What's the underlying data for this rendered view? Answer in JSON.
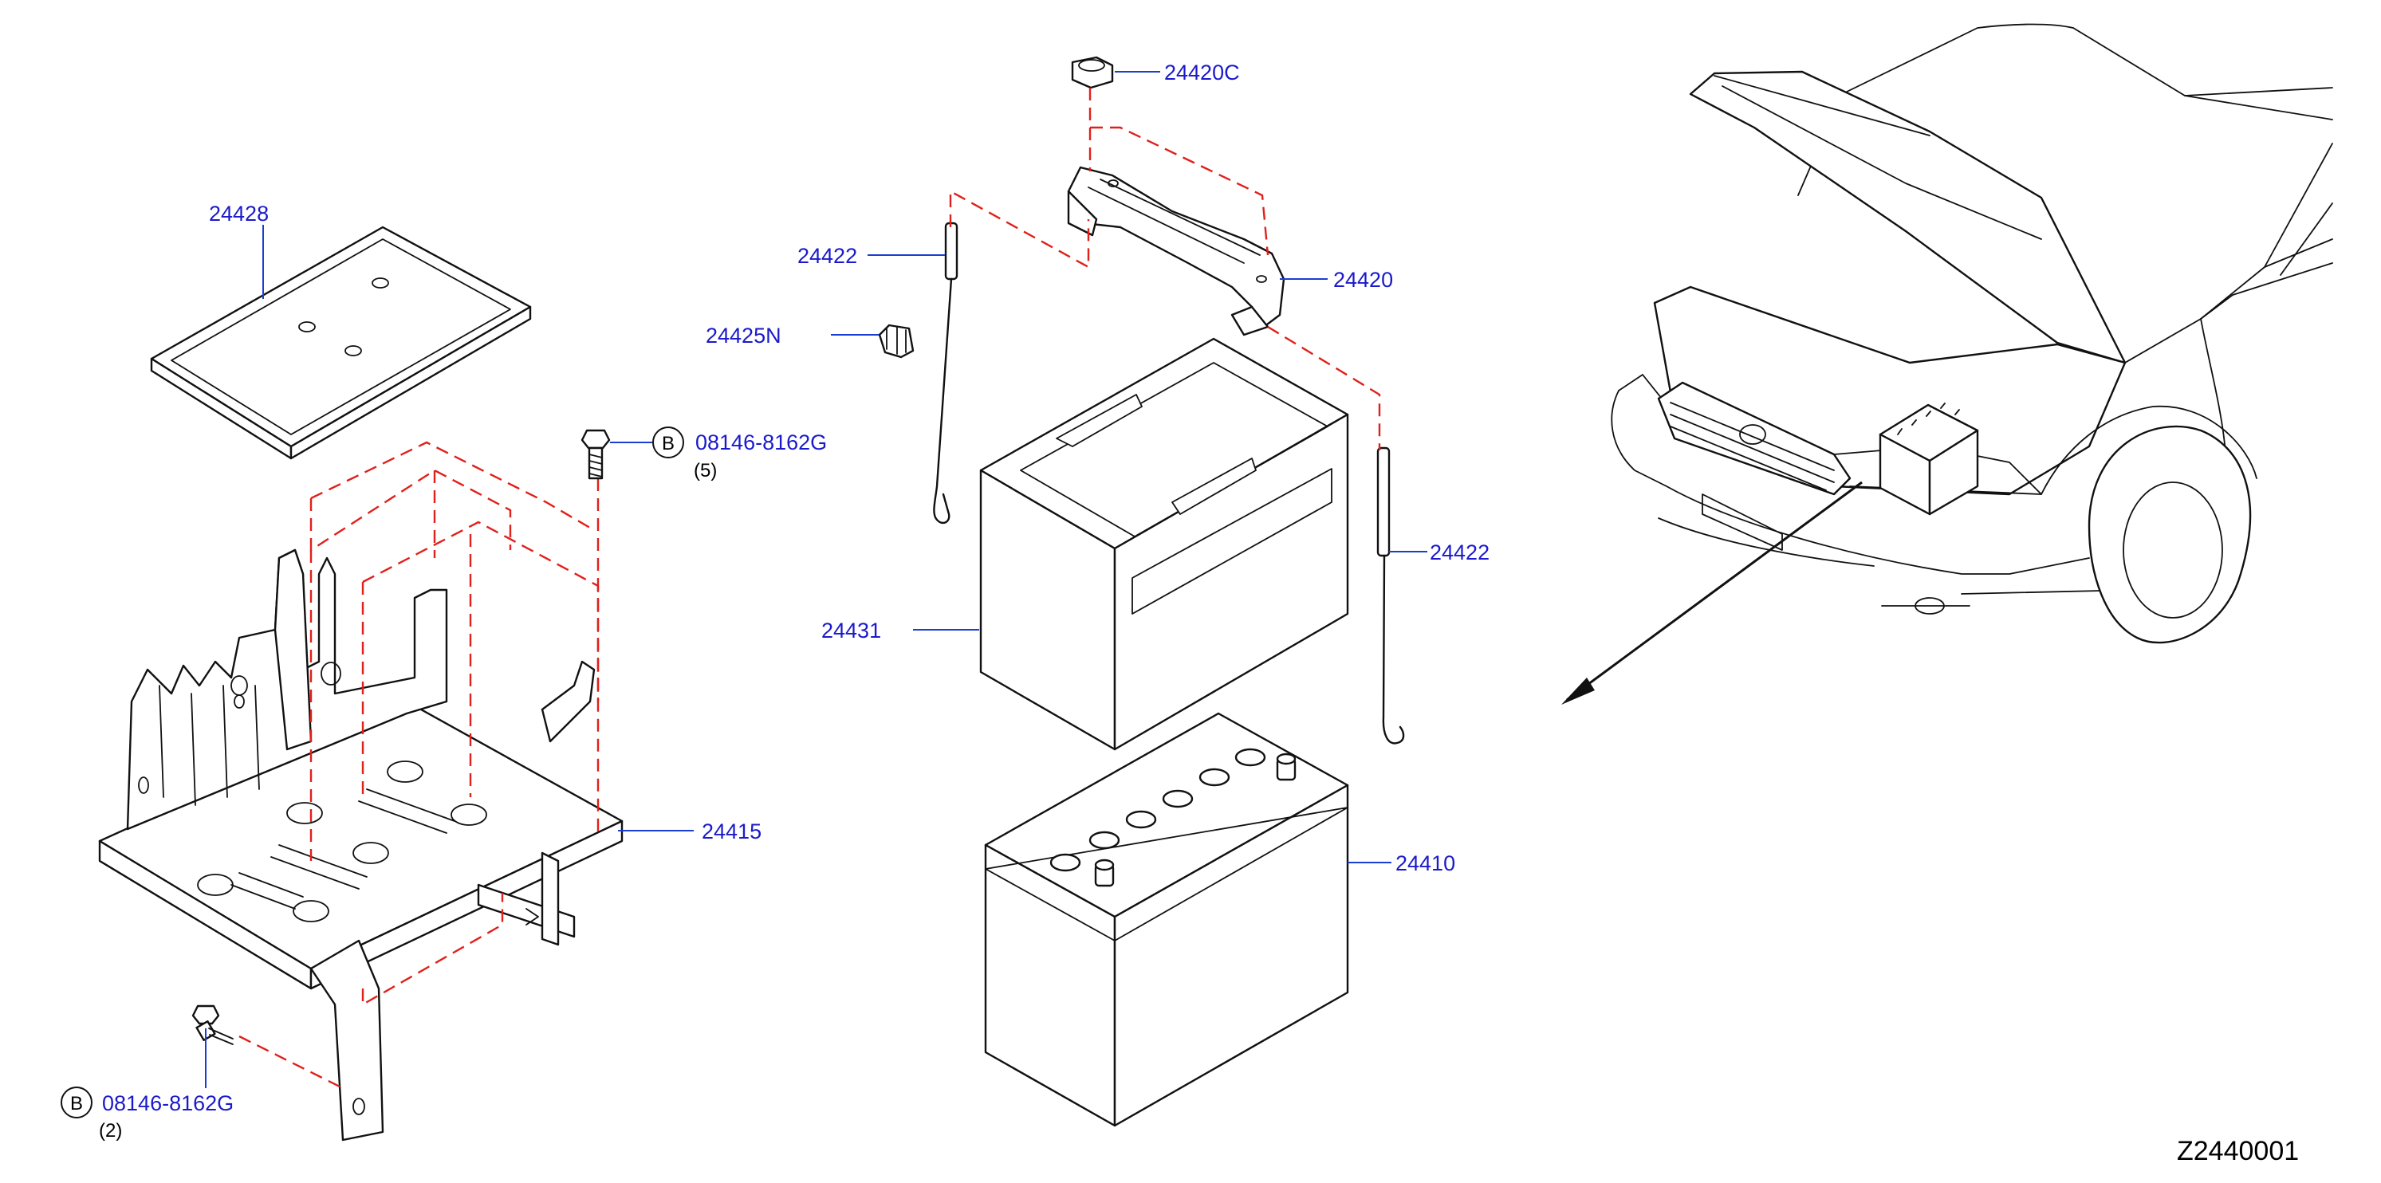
{
  "labels": {
    "p24428": "24428",
    "p24422_left": "24422",
    "p24425N": "24425N",
    "p24420C": "24420C",
    "p24420": "24420",
    "p24422_right": "24422",
    "p24431": "24431",
    "p24415": "24415",
    "p24410": "24410",
    "bolt_top_num": "08146-8162G",
    "bolt_top_qty": "(5)",
    "bolt_bottom_num": "08146-8162G",
    "bolt_bottom_qty": "(2)",
    "bolt_marker": "B"
  },
  "diagram_code": "Z2440001",
  "colors": {
    "label": "#1a1acc",
    "leader": "#1a3fd0",
    "dash": "#e0201a",
    "line": "#111111"
  }
}
